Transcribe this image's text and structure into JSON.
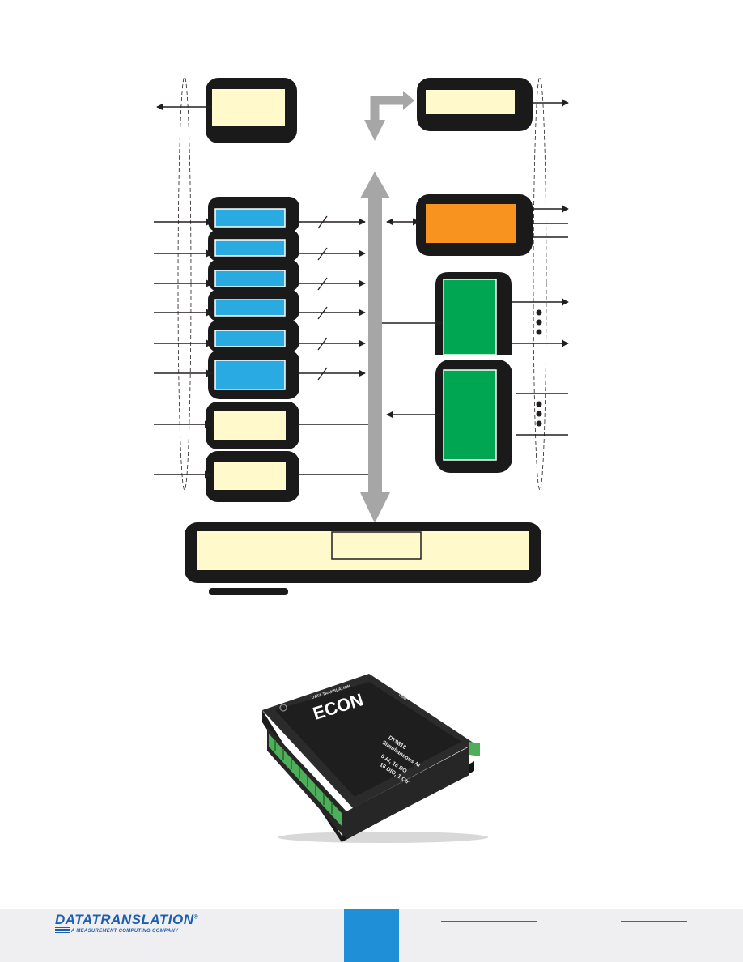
{
  "diagram": {
    "colors": {
      "panel_border": "#1a1a1a",
      "panel_fill": "#fff9cc",
      "adc_fill": "#29abe2",
      "counter_fill": "#f7931e",
      "digital_fill": "#00a651",
      "bus": "#a6a6a6",
      "arrow": "#231f20"
    }
  },
  "device": {
    "brand_line": "DATA TRANSLATION",
    "name": "ECON",
    "model": "DT9816",
    "spec_line1": "Simultaneous AI",
    "spec_line2": "6 AI, 16 DO",
    "spec_line3": "16 DIO, 1 Ctr",
    "port_label": "USB",
    "colors": {
      "case": "#2b2b2b",
      "case_top": "#1e1e1e",
      "terminal": "#4fae5a"
    }
  },
  "footer": {
    "logo_text": "DATATRANSLATION",
    "logo_reg": "®",
    "logo_tagline": "A MEASUREMENT COMPUTING COMPANY",
    "colors": {
      "background": "#efeff1",
      "brand": "#1d5fae",
      "page_tab": "#1f8fd8"
    }
  }
}
